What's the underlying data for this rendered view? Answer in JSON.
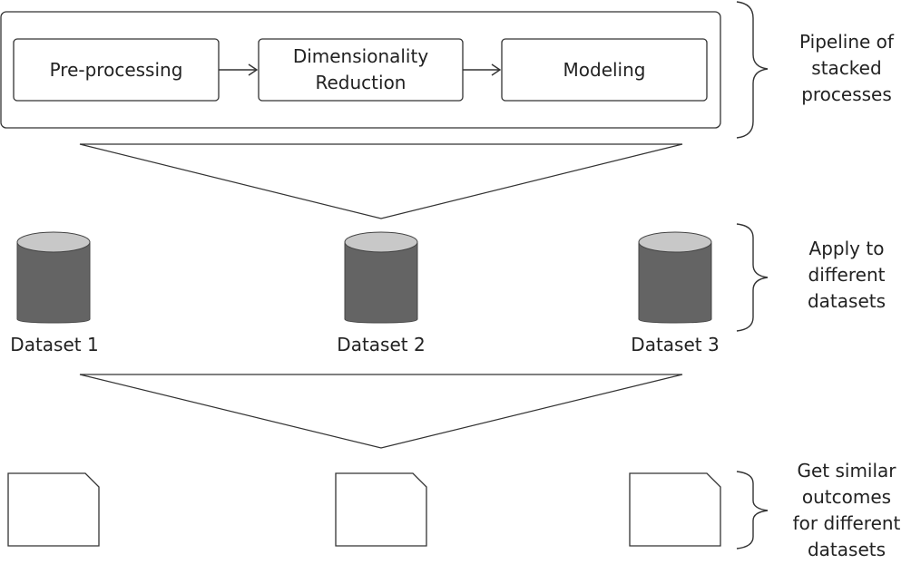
{
  "pipeline": {
    "steps": [
      {
        "label": "Pre-processing"
      },
      {
        "label": "Dimensionality\nReduction"
      },
      {
        "label": "Modeling"
      }
    ]
  },
  "datasets": [
    {
      "label": "Dataset 1"
    },
    {
      "label": "Dataset 2"
    },
    {
      "label": "Dataset 3"
    }
  ],
  "annotations": {
    "pipeline": "Pipeline of\nstacked\nprocesses",
    "apply": "Apply to\ndifferent\ndatasets",
    "outcomes": "Get similar\noutcomes\nfor different\ndatasets"
  },
  "colors": {
    "stroke": "#333333",
    "cylinder_body": "#646464",
    "cylinder_top": "#c8c8c8"
  }
}
